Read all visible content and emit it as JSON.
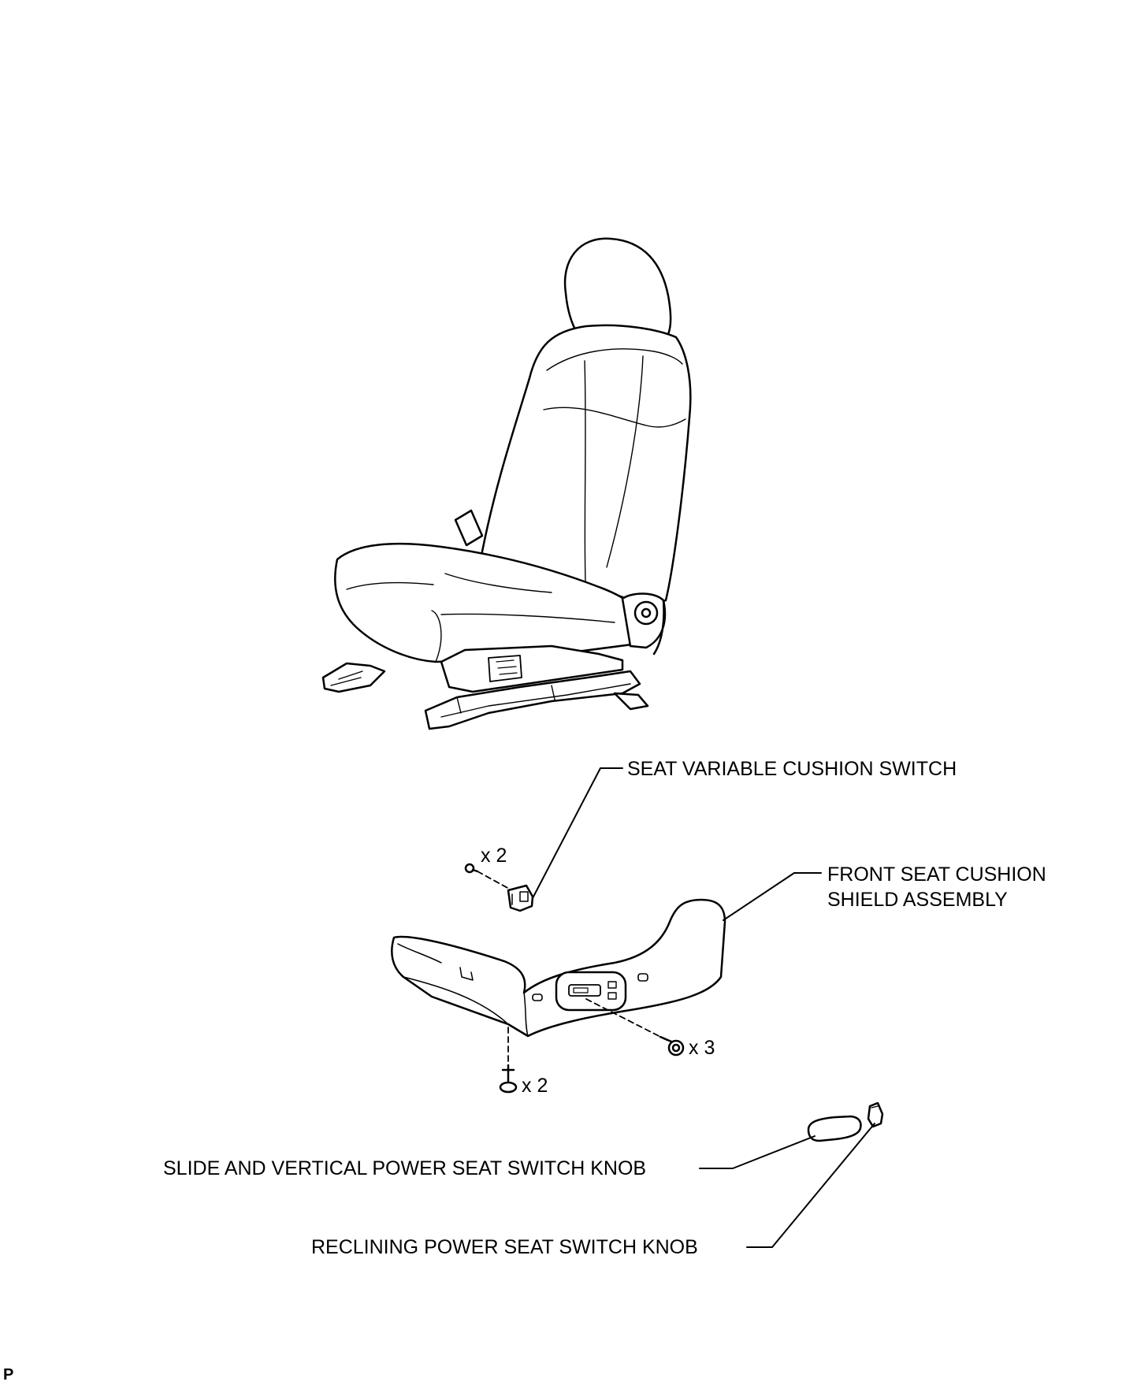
{
  "labels": {
    "seat_variable_cushion_switch": "SEAT VARIABLE CUSHION SWITCH",
    "front_seat_cushion_shield_line1": "FRONT SEAT CUSHION",
    "front_seat_cushion_shield_line2": "SHIELD ASSEMBLY",
    "slide_vertical_knob": "SLIDE AND VERTICAL POWER SEAT SWITCH KNOB",
    "reclining_knob": "RECLINING POWER SEAT SWITCH KNOB"
  },
  "quantities": {
    "switch_screws": "x 2",
    "shield_screws_right": "x 3",
    "shield_screws_bottom": "x 2"
  },
  "corner_mark": "P"
}
